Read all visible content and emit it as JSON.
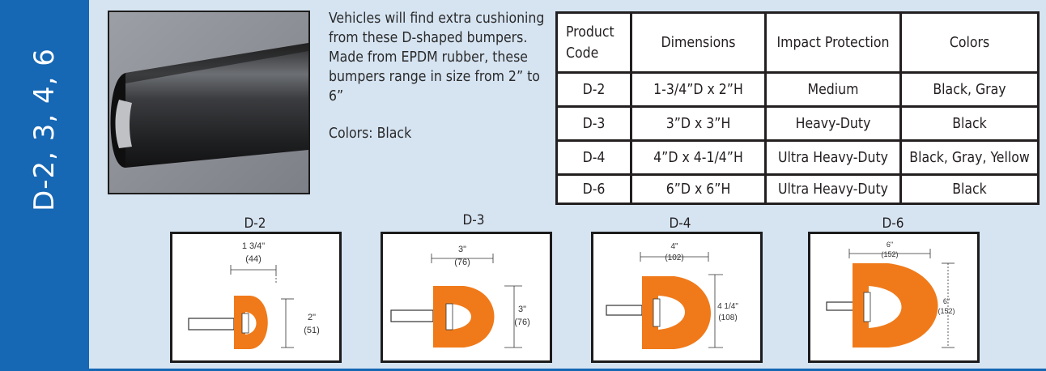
{
  "sidebar": {
    "title": "D-2, 3, 4, 6"
  },
  "description": {
    "paragraph": "Vehicles will find extra cushioning from these D-shaped bumpers. Made from EPDM rubber, these bumpers range in size from 2” to 6”",
    "colors_line": "Colors: Black"
  },
  "table": {
    "headers": [
      "Product",
      "Code",
      "Dimensions",
      "Impact Protection",
      "Colors"
    ],
    "rows": [
      [
        "D-2",
        "1-3/4”D x 2”H",
        "Medium",
        "Black, Gray"
      ],
      [
        "D-3",
        "3”D x 3”H",
        "Heavy-Duty",
        "Black"
      ],
      [
        "D-4",
        "4”D x 4-1/4”H",
        "Ultra Heavy-Duty",
        "Black, Gray, Yellow"
      ],
      [
        "D-6",
        "6”D x 6”H",
        "Ultra Heavy-Duty",
        "Black"
      ]
    ]
  },
  "diagrams": [
    {
      "label": "D-2",
      "width_in": "1 3/4\"",
      "width_mm": "(44)",
      "height_in": "2\"",
      "height_mm": "(51)"
    },
    {
      "label": "D-3",
      "width_in": "3\"",
      "width_mm": "(76)",
      "height_in": "3\"",
      "height_mm": "(76)"
    },
    {
      "label": "D-4",
      "width_in": "4\"",
      "width_mm": "(102)",
      "height_in": "4 1/4\"",
      "height_mm": "(108)"
    },
    {
      "label": "D-6",
      "width_in": "6\"",
      "width_mm": "(152)",
      "height_in": "6\"",
      "height_mm": "(152)"
    }
  ],
  "colors": {
    "sidebar": "#1667b4",
    "background": "#d6e4f2",
    "bumper": "#f07a1a"
  }
}
